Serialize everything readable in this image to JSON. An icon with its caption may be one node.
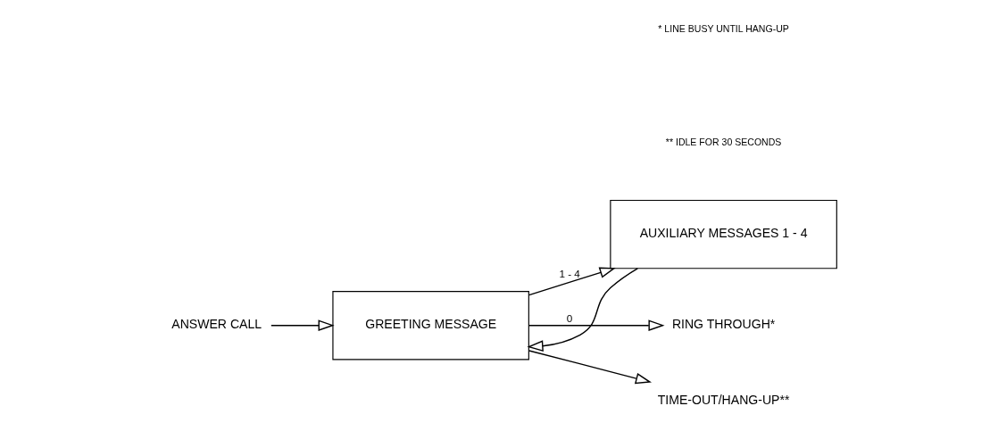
{
  "diagram": {
    "nodes": [
      {
        "text": [
          "ANSWER CALL"
        ]
      },
      {
        "text": [
          "GREETING MESSAGE"
        ]
      },
      {
        "text": [
          "AUXILIARY MESSAGES 1 - 4"
        ]
      },
      {
        "text": [
          "RING THROUGH*"
        ]
      },
      {
        "text": [
          "TIME-OUT/HANG-UP**"
        ]
      }
    ],
    "edges": [
      {
        "from": 0,
        "to": 1,
        "arrow": "to"
      },
      {
        "from": 1,
        "to": 2,
        "arrow": "to",
        "label": "1 - 4"
      },
      {
        "from": 1,
        "to": 3,
        "arrow": "to",
        "label": "0"
      },
      {
        "from": 1,
        "to": 4,
        "arrow": "to"
      },
      {
        "from": 2,
        "to": 1,
        "arrow": "to"
      }
    ],
    "labels": [
      "* LINE BUSY UNTIL HANG-UP",
      "** IDLE FOR 30 SECONDS"
    ]
  }
}
